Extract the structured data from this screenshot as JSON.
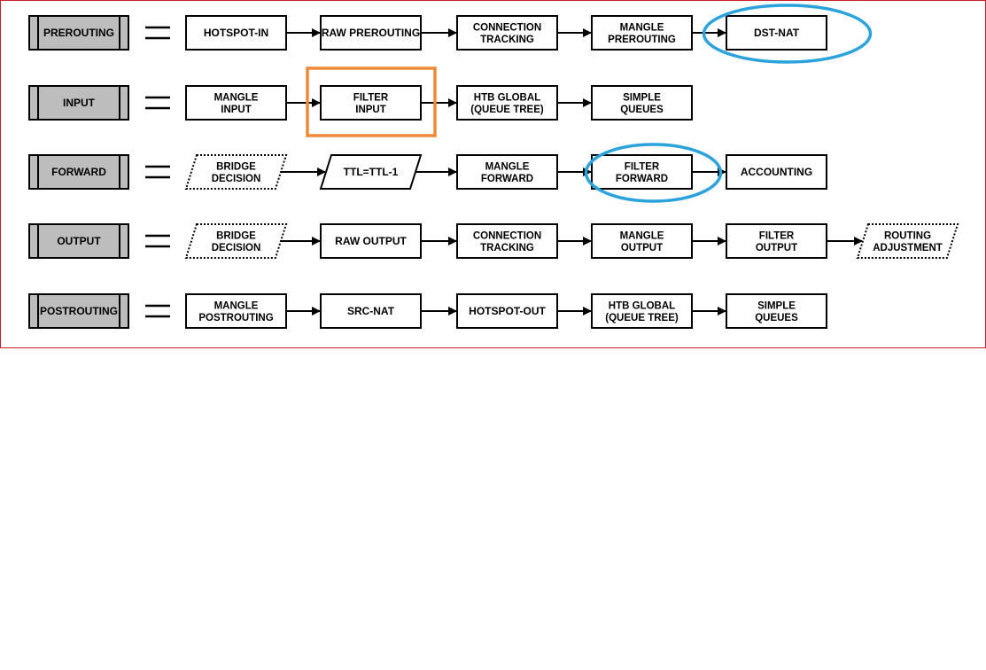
{
  "diagram": {
    "chains": [
      {
        "name": "PREROUTING",
        "steps": [
          {
            "label": "HOTSPOT-IN",
            "shape": "rect"
          },
          {
            "label": "RAW PREROUTING",
            "shape": "rect"
          },
          {
            "label": "CONNECTION\nTRACKING",
            "shape": "rect"
          },
          {
            "label": "MANGLE\nPREROUTING",
            "shape": "rect"
          },
          {
            "label": "DST-NAT",
            "shape": "rect",
            "highlight": "blue-ellipse"
          }
        ]
      },
      {
        "name": "INPUT",
        "steps": [
          {
            "label": "MANGLE\nINPUT",
            "shape": "rect"
          },
          {
            "label": "FILTER\nINPUT",
            "shape": "rect",
            "highlight": "orange-box"
          },
          {
            "label": "HTB GLOBAL\n(QUEUE TREE)",
            "shape": "rect"
          },
          {
            "label": "SIMPLE\nQUEUES",
            "shape": "rect"
          }
        ]
      },
      {
        "name": "FORWARD",
        "steps": [
          {
            "label": "BRIDGE\nDECISION",
            "shape": "dotted-parallelogram"
          },
          {
            "label": "TTL=TTL-1",
            "shape": "parallelogram"
          },
          {
            "label": "MANGLE\nFORWARD",
            "shape": "rect"
          },
          {
            "label": "FILTER\nFORWARD",
            "shape": "rect",
            "highlight": "blue-ellipse"
          },
          {
            "label": "ACCOUNTING",
            "shape": "rect"
          }
        ]
      },
      {
        "name": "OUTPUT",
        "steps": [
          {
            "label": "BRIDGE\nDECISION",
            "shape": "dotted-parallelogram"
          },
          {
            "label": "RAW OUTPUT",
            "shape": "rect"
          },
          {
            "label": "CONNECTION\nTRACKING",
            "shape": "rect"
          },
          {
            "label": "MANGLE\nOUTPUT",
            "shape": "rect"
          },
          {
            "label": "FILTER\nOUTPUT",
            "shape": "rect"
          },
          {
            "label": "ROUTING\nADJUSTMENT",
            "shape": "dotted-parallelogram"
          }
        ]
      },
      {
        "name": "POSTROUTING",
        "steps": [
          {
            "label": "MANGLE\nPOSTROUTING",
            "shape": "rect"
          },
          {
            "label": "SRC-NAT",
            "shape": "rect"
          },
          {
            "label": "HOTSPOT-OUT",
            "shape": "rect"
          },
          {
            "label": "HTB GLOBAL\n(QUEUE TREE)",
            "shape": "rect"
          },
          {
            "label": "SIMPLE\nQUEUES",
            "shape": "rect"
          }
        ]
      }
    ],
    "colors": {
      "frame_border": "#cc1f2a",
      "chain_fill": "#bdbdbd",
      "highlight_orange": "#f0883a",
      "highlight_blue": "#2aa3dc",
      "stroke": "#000000"
    }
  }
}
